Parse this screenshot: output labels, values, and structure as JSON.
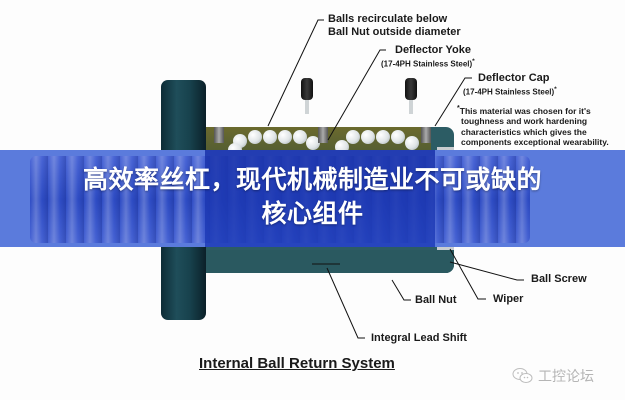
{
  "banner": {
    "title_line1": "高效率丝杠，现代机械制造业不可或缺的",
    "title_line2": "核心组件",
    "background_color": "#5b7bdc"
  },
  "diagram": {
    "title": "Internal Ball Return System",
    "labels": {
      "balls_recirculate_line1": "Balls recirculate below",
      "balls_recirculate_line2": "Ball Nut outside diameter",
      "deflector_yoke": "Deflector Yoke",
      "deflector_yoke_material": "(17-4PH Stainless Steel)",
      "deflector_cap": "Deflector Cap",
      "deflector_cap_material": "(17-4PH Stainless Steel)",
      "asterisk": "*",
      "note_line1": "This material was chosen for it's",
      "note_line2": "toughness and work hardening",
      "note_line3": "characteristics which gives the",
      "note_line4": "components exceptional wearability.",
      "ball_screw": "Ball Screw",
      "ball_nut": "Ball Nut",
      "wiper": "Wiper",
      "integral_lead_shift": "Integral Lead Shift"
    },
    "colors": {
      "flange": "#17414c",
      "nut_body": "#2c5c64",
      "nut_top_strip": "#5c6230",
      "wiper": "#c9cdd0"
    }
  },
  "watermark": {
    "icon": "wechat-icon",
    "text": "工控论坛"
  }
}
